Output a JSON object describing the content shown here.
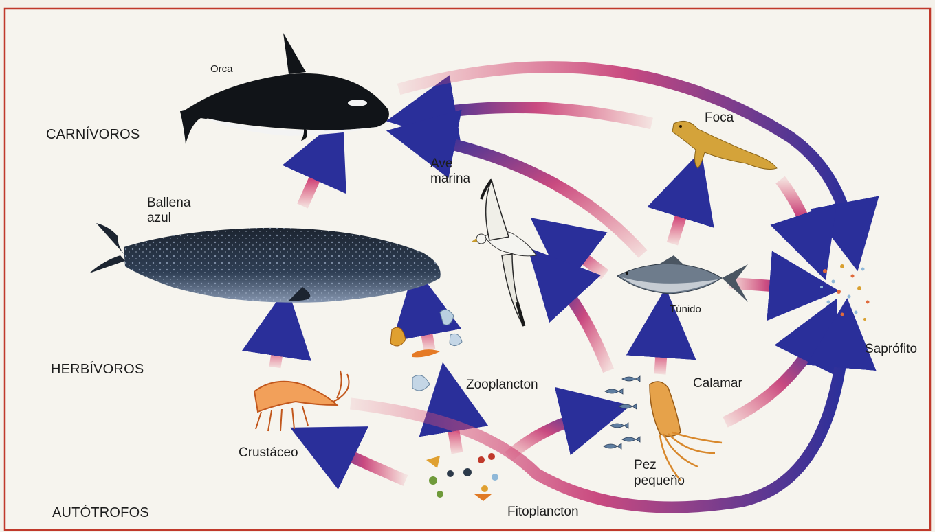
{
  "levels": {
    "carnivores": "CARNÍVOROS",
    "herbivores": "HERBÍVOROS",
    "autotrophs": "AUTÓTROFOS"
  },
  "organisms": {
    "orca": "Orca",
    "blue_whale_line1": "Ballena",
    "blue_whale_line2": "azul",
    "seabird_line1": "Ave",
    "seabird_line2": "marina",
    "seal": "Foca",
    "tuna": "Túnido",
    "zooplankton": "Zooplancton",
    "squid": "Calamar",
    "saprophyte": "Saprófito",
    "crustacean": "Crustáceo",
    "small_fish_line1": "Pez",
    "small_fish_line2": "pequeño",
    "phytoplankton": "Fitoplancton"
  },
  "colors": {
    "background": "#f4f1ea",
    "frame": "#c0392b",
    "arrow_blue": "#2a2f9a",
    "arrow_pink": "#e0506e"
  }
}
